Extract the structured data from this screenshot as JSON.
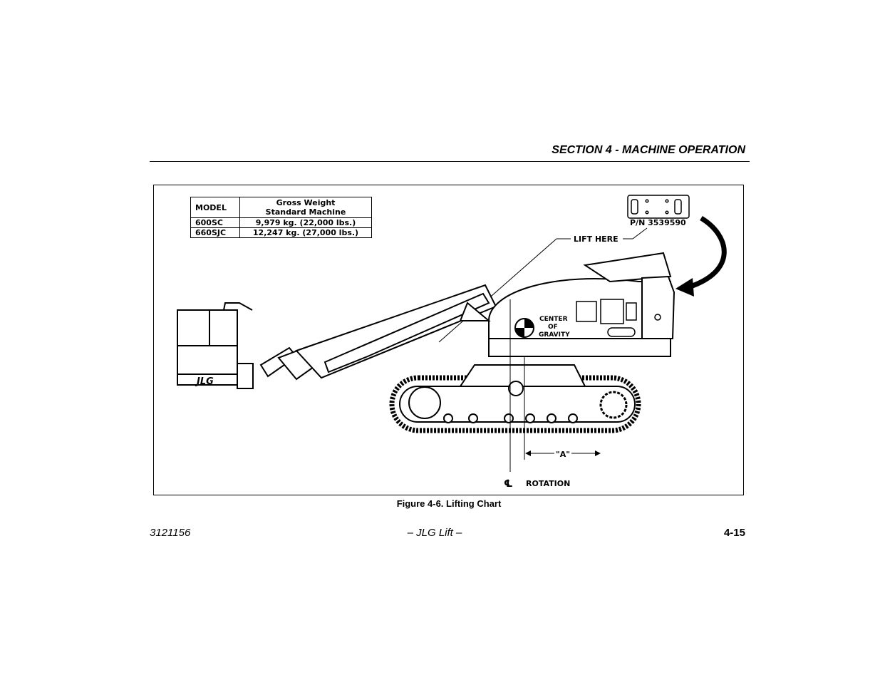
{
  "page": {
    "section_title": "SECTION 4 - MACHINE OPERATION",
    "doc_number": "3121156",
    "product": "– JLG Lift –",
    "page_number": "4-15",
    "figure_caption": "Figure 4-6. Lifting Chart"
  },
  "weights_table": {
    "header_model": "MODEL",
    "header_weight_line1": "Gross Weight",
    "header_weight_line2": "Standard Machine",
    "rows": [
      {
        "model": "600SC",
        "weight": "9,979 kg. (22,000 lbs.)"
      },
      {
        "model": "660SJC",
        "weight": "12,247 kg. (27,000 lbs.)"
      }
    ]
  },
  "diagram": {
    "part_number": "P/N 3539590",
    "lift_here": "LIFT HERE",
    "cog_line1": "CENTER",
    "cog_line2": "OF",
    "cog_line3": "GRAVITY",
    "dimension_a": "\"A\"",
    "rotation": "ROTATION",
    "centerline_symbol": "℄",
    "logo": "JLG"
  }
}
